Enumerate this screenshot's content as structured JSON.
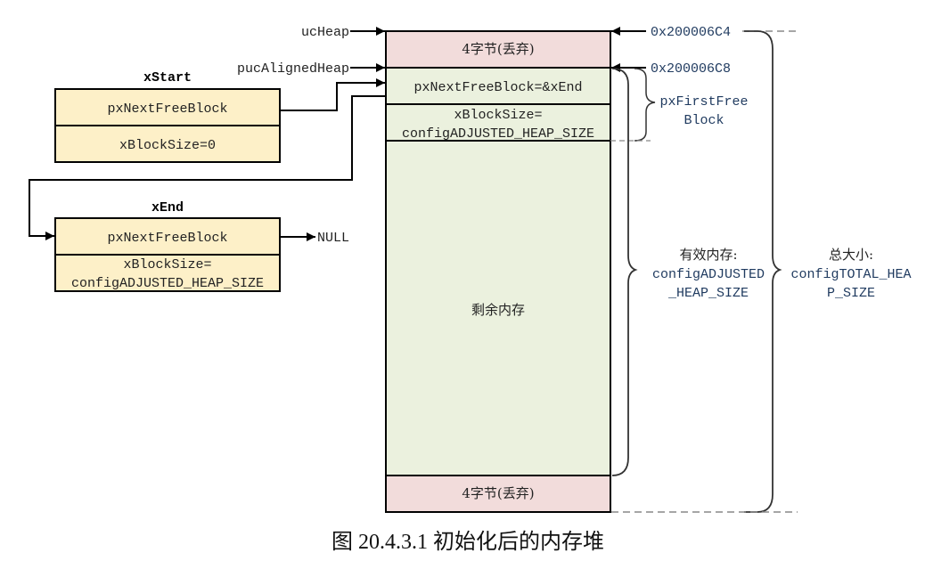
{
  "diagram": {
    "caption": "图 20.4.3.1  初始化后的内存堆",
    "colors": {
      "discard_fill": "#f2dcdb",
      "heap_fill": "#ebf1de",
      "struct_fill": "#fdf0c8",
      "line": "#000000",
      "dashed": "#888888"
    },
    "pointers": {
      "ucHeap": "ucHeap",
      "pucAlignedHeap": "pucAlignedHeap",
      "null": "NULL"
    },
    "heap": {
      "top_discard": "4字节(丢弃)",
      "first_block_next": "pxNextFreeBlock=&xEnd",
      "first_block_size_line1": "xBlockSize=",
      "first_block_size_line2": "configADJUSTED_HEAP_SIZE",
      "remaining": "剩余内存",
      "bottom_discard": "4字节(丢弃)"
    },
    "xStart": {
      "title": "xStart",
      "next": "pxNextFreeBlock",
      "size": "xBlockSize=0"
    },
    "xEnd": {
      "title": "xEnd",
      "next": "pxNextFreeBlock",
      "size_line1": "xBlockSize=",
      "size_line2": "configADJUSTED_HEAP_SIZE"
    },
    "addresses": {
      "start": "0x200006C4",
      "aligned": "0x200006C8"
    },
    "annotations": {
      "first_free_line1": "pxFirstFree",
      "first_free_line2": "Block",
      "effective_line1": "有效内存:",
      "effective_line2": "configADJUSTED",
      "effective_line3": "_HEAP_SIZE",
      "total_line1": "总大小:",
      "total_line2": "configTOTAL_HEA",
      "total_line3": "P_SIZE"
    }
  }
}
